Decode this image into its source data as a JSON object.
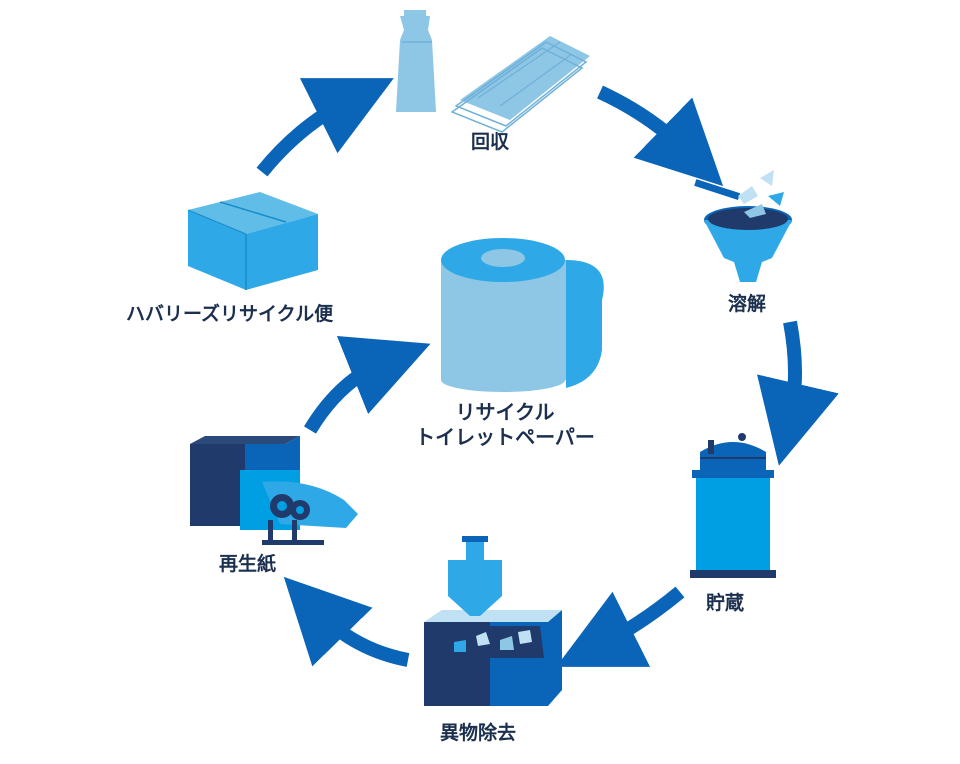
{
  "center": {
    "line1": "リサイクル",
    "line2": "トイレットペーパー"
  },
  "steps": {
    "collection": "回収",
    "dissolve": "溶解",
    "storage": "貯蔵",
    "foreign_removal": "異物除去",
    "recycled_paper": "再生紙",
    "delivery": "ハバリーズリサイクル便"
  },
  "colors": {
    "arrow": "#0a64b8",
    "light": "#8ec6e6",
    "mid": "#2ea8e6",
    "bright": "#009fe3",
    "dark": "#1b2f4e",
    "navy": "#1f3a6b"
  }
}
